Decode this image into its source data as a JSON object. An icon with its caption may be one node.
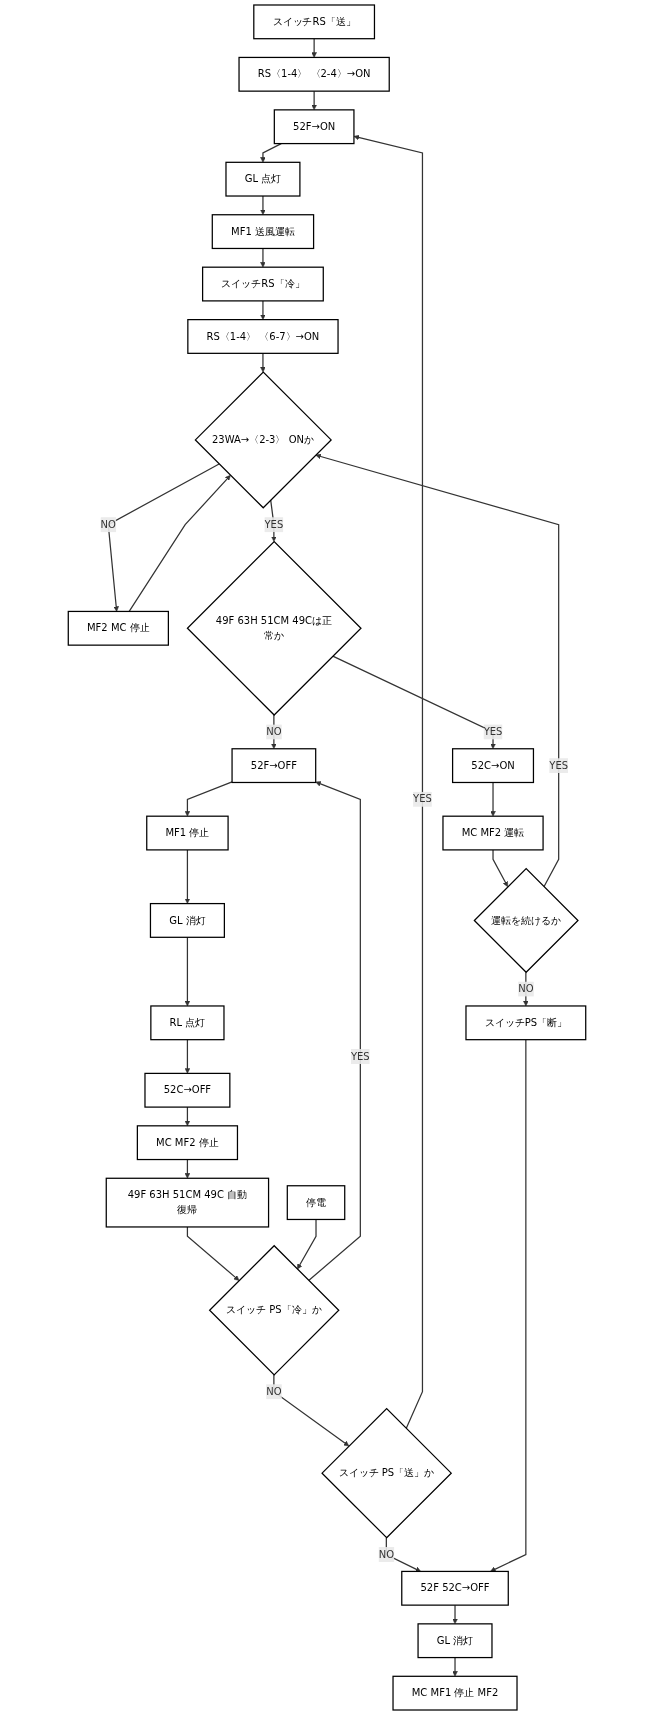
{
  "diagram": {
    "nodes": [
      {
        "text": [
          "スイッチRS「送」"
        ]
      },
      {
        "text": [
          "RS〈1-4〉 〈2-4〉→ON"
        ]
      },
      {
        "text": [
          "52F→ON"
        ]
      },
      {
        "text": [
          "GL 点灯"
        ]
      },
      {
        "text": [
          "MF1 送風運転"
        ]
      },
      {
        "text": [
          "スイッチRS「冷」"
        ]
      },
      {
        "text": [
          "RS〈1-4〉 〈6-7〉→ON"
        ]
      },
      {
        "text": [
          "MF2 MC 停止"
        ]
      },
      {
        "text": [
          "23WA→〈2-3〉 ONか"
        ]
      },
      {
        "text": [
          "49F 63H 51CM 49Cは正常か"
        ]
      },
      {
        "text": [
          "52F→OFF"
        ]
      },
      {
        "text": [
          "52C→ON"
        ]
      },
      {
        "text": [
          "MF1 停止"
        ]
      },
      {
        "text": [
          "GL 消灯"
        ]
      },
      {
        "text": [
          "MC MF2 運転"
        ]
      },
      {
        "text": [
          "RL 点灯"
        ]
      },
      {
        "text": [
          "52C→OFF"
        ]
      },
      {
        "text": [
          "運転を続けるか"
        ]
      },
      {
        "text": [
          "MC MF2 停止"
        ]
      },
      {
        "text": [
          "スイッチPS「断」"
        ]
      },
      {
        "text": [
          "49F 63H 51CM 49C 自動復帰"
        ]
      },
      {
        "text": [
          "52F 52C→OFF"
        ]
      },
      {
        "text": [
          "停電"
        ]
      },
      {
        "text": [
          "GL 消灯"
        ]
      },
      {
        "text": [
          "スイッチ PS「冷」か"
        ]
      },
      {
        "text": [
          "MC MF1 停止 MF2"
        ]
      },
      {
        "text": [
          "スイッチ PS「送」か"
        ]
      }
    ],
    "edges": [
      {
        "from": 0,
        "to": 1,
        "arrow": "to"
      },
      {
        "from": 1,
        "to": 2,
        "arrow": "to"
      },
      {
        "from": 2,
        "to": 3,
        "arrow": "to"
      },
      {
        "from": 3,
        "to": 4,
        "arrow": "to"
      },
      {
        "from": 4,
        "to": 5,
        "arrow": "to"
      },
      {
        "from": 5,
        "to": 6,
        "arrow": "to"
      },
      {
        "from": 6,
        "to": 8,
        "arrow": "to"
      },
      {
        "from": 8,
        "to": 7,
        "label": "NO",
        "arrow": "to"
      },
      {
        "from": 7,
        "to": 8,
        "arrow": "to"
      },
      {
        "from": 8,
        "to": 9,
        "label": "YES",
        "arrow": "to"
      },
      {
        "from": 9,
        "to": 10,
        "label": "NO",
        "arrow": "to"
      },
      {
        "from": 9,
        "to": 11,
        "label": "YES",
        "arrow": "to"
      },
      {
        "from": 11,
        "to": 14,
        "arrow": "to"
      },
      {
        "from": 14,
        "to": 17,
        "arrow": "to"
      },
      {
        "from": 17,
        "to": 8,
        "label": "YES",
        "arrow": "to"
      },
      {
        "from": 17,
        "to": 19,
        "label": "NO",
        "arrow": "to"
      },
      {
        "from": 10,
        "to": 12,
        "arrow": "to"
      },
      {
        "from": 12,
        "to": 13,
        "arrow": "to"
      },
      {
        "from": 13,
        "to": 15,
        "arrow": "to"
      },
      {
        "from": 15,
        "to": 16,
        "arrow": "to"
      },
      {
        "from": 16,
        "to": 18,
        "arrow": "to"
      },
      {
        "from": 18,
        "to": 20,
        "arrow": "to"
      },
      {
        "from": 20,
        "to": 24,
        "arrow": "to"
      },
      {
        "from": 22,
        "to": 24,
        "arrow": "to"
      },
      {
        "from": 24,
        "to": 10,
        "label": "YES",
        "arrow": "to"
      },
      {
        "from": 24,
        "to": 26,
        "label": "NO",
        "arrow": "to"
      },
      {
        "from": 26,
        "to": 21,
        "label": "NO",
        "arrow": "to"
      },
      {
        "from": 26,
        "to": 2,
        "label": "YES",
        "arrow": "to"
      },
      {
        "from": 19,
        "to": 21,
        "arrow": "to"
      },
      {
        "from": 21,
        "to": 23,
        "arrow": "to"
      },
      {
        "from": 23,
        "to": 25,
        "arrow": "to"
      }
    ]
  }
}
